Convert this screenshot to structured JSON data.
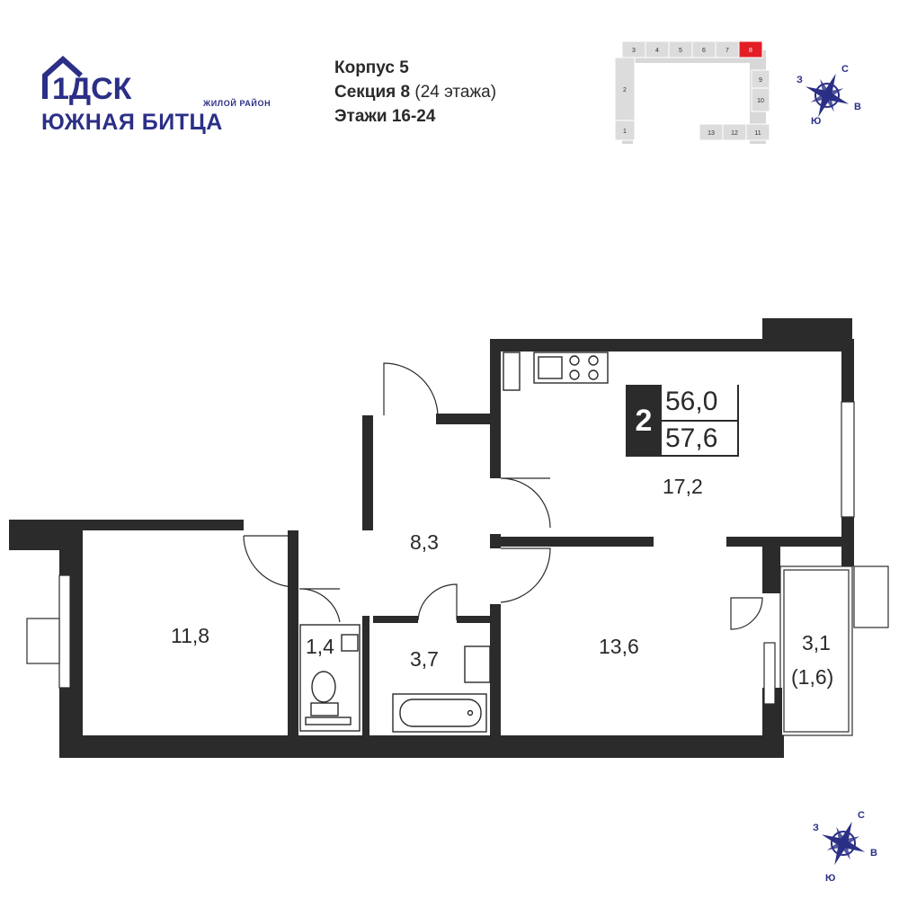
{
  "brand": {
    "logo_mark": "1ДСК",
    "logo_subtitle": "ЖИЛОЙ РАЙОН",
    "logo_name": "ЮЖНАЯ БИТЦА",
    "color": "#2b2f86"
  },
  "info": {
    "building": "Корпус 5",
    "section_label": "Секция 8",
    "section_floors": "(24 этажа)",
    "floors": "Этажи 16-24"
  },
  "keyplan": {
    "sections_top": [
      "3",
      "4",
      "5",
      "6",
      "7",
      "8"
    ],
    "sections_left": [
      "2",
      "1"
    ],
    "sections_right": [
      "9",
      "10"
    ],
    "sections_bottom": [
      "13",
      "12",
      "11"
    ],
    "highlighted": "8",
    "highlight_color": "#e31e24"
  },
  "compass": {
    "north": "С",
    "east": "В",
    "south": "Ю",
    "west": "З",
    "color": "#2b2f86"
  },
  "apartment": {
    "rooms_count": "2",
    "area_total": "56,0",
    "area_with_balcony": "57,6"
  },
  "rooms": {
    "living_kitchen": "17,2",
    "hall": "8,3",
    "bedroom_left": "11,8",
    "toilet": "1,4",
    "bathroom": "3,7",
    "bedroom_right": "13,6",
    "balcony": "3,1",
    "balcony_reduced": "(1,6)"
  }
}
